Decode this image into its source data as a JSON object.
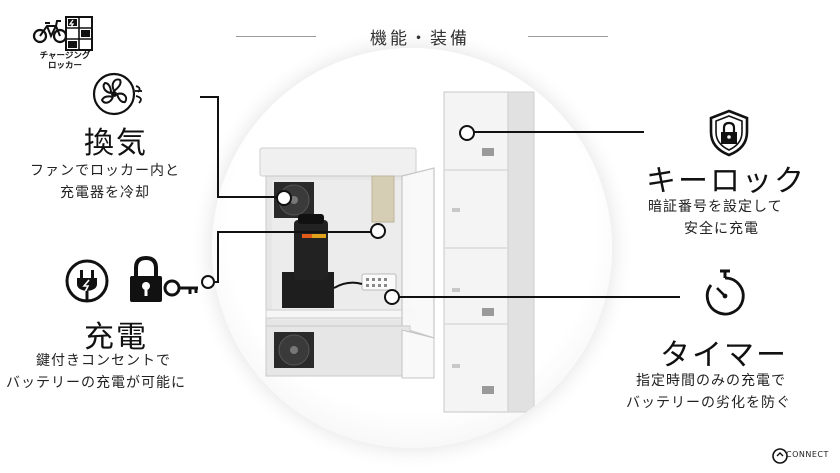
{
  "header": {
    "title": "機能・装備"
  },
  "logo": {
    "text_line1": "チャージング",
    "text_line2": "ロッカー"
  },
  "features": {
    "ventilation": {
      "title": "換気",
      "desc_line1": "ファンでロッカー内と",
      "desc_line2": "充電器を冷却",
      "icon": "fan-icon"
    },
    "charging": {
      "title": "充電",
      "desc_line1": "鍵付きコンセントで",
      "desc_line2": "バッテリーの充電が可能に",
      "icons": [
        "plug-icon",
        "padlock-key-icon"
      ]
    },
    "keylock": {
      "title": "キーロック",
      "desc_line1": "暗証番号を設定して",
      "desc_line2": "安全に充電",
      "icon": "shield-lock-icon"
    },
    "timer": {
      "title": "タイマー",
      "desc_line1": "指定時間のみの充電で",
      "desc_line2": "バッテリーの劣化を防ぐ",
      "icon": "stopwatch-icon"
    }
  },
  "brand": {
    "name": "CONNECT"
  }
}
